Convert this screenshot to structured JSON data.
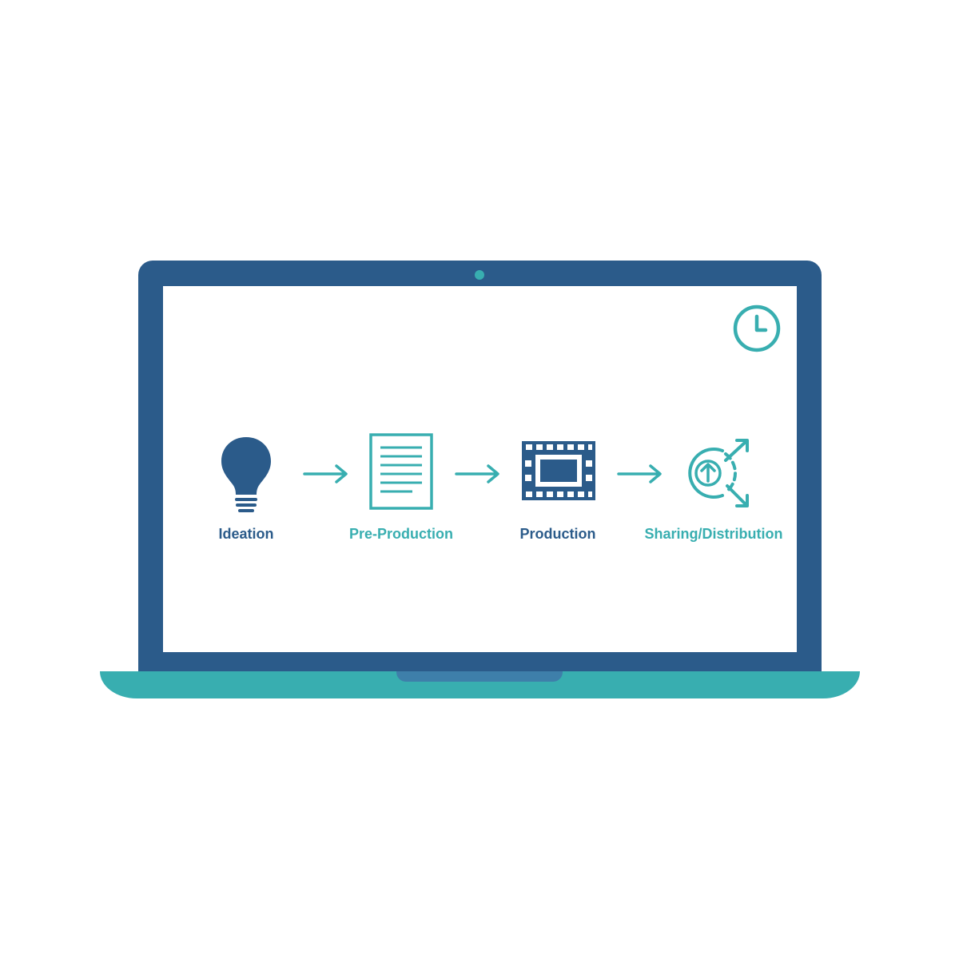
{
  "colors": {
    "dark_blue": "#2b5b8a",
    "teal": "#38aeb0",
    "notch": "#3e7faa",
    "background": "#ffffff"
  },
  "icons": {
    "clock": "clock-icon",
    "ideation": "lightbulb-icon",
    "pre_production": "document-icon",
    "production": "film-frame-icon",
    "distribution": "share-upload-icon",
    "arrow": "arrow-right-icon"
  },
  "steps": [
    {
      "label": "Ideation",
      "color": "#2b5b8a"
    },
    {
      "label": "Pre-Production",
      "color": "#38aeb0"
    },
    {
      "label": "Production",
      "color": "#2b5b8a"
    },
    {
      "label": "Sharing/Distribution",
      "color": "#38aeb0"
    }
  ]
}
